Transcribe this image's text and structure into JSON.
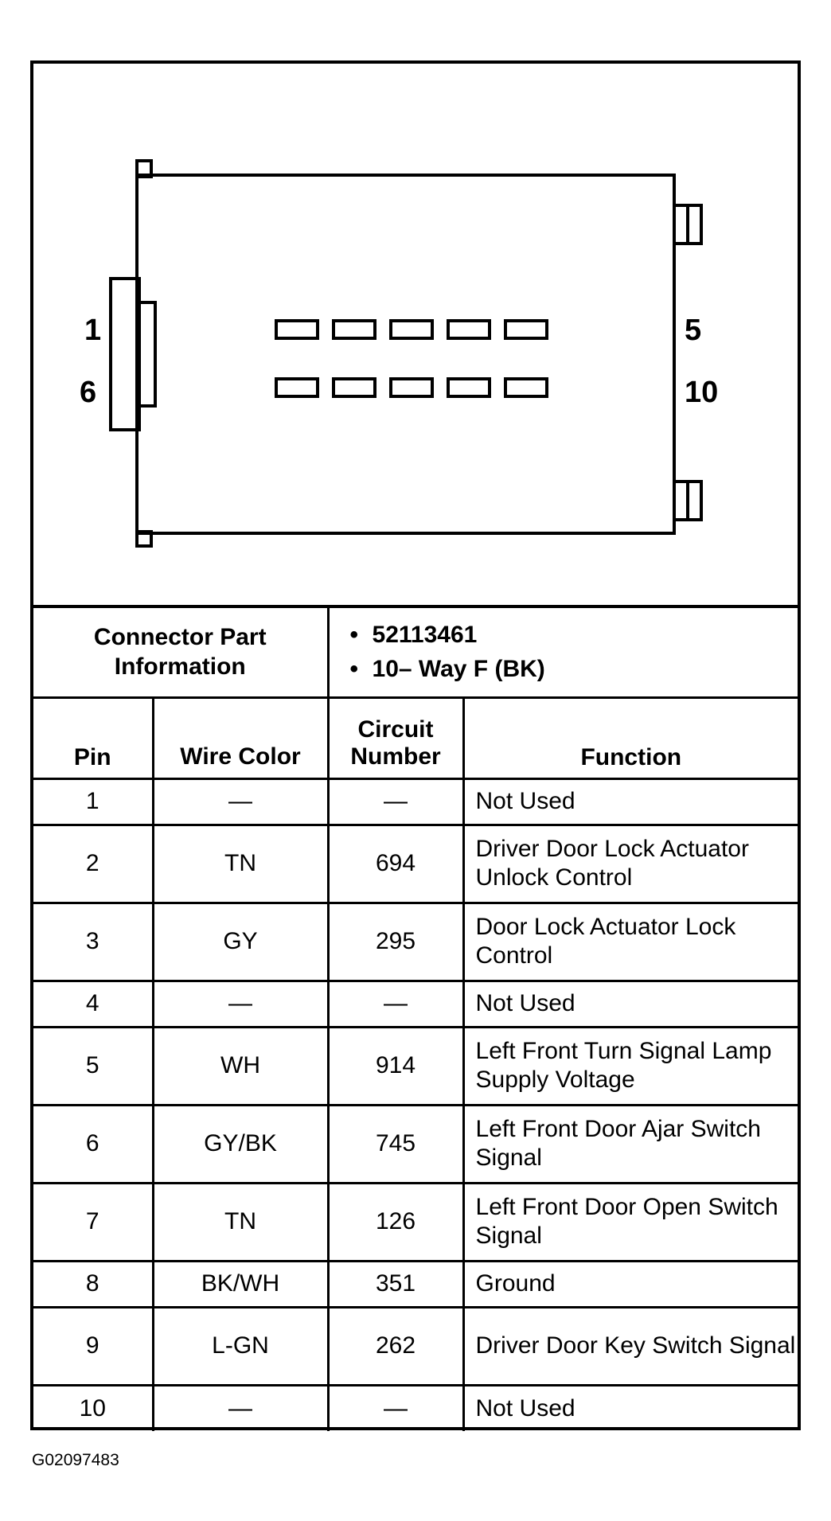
{
  "connector": {
    "pin_labels": {
      "top_left": "1",
      "bottom_left": "6",
      "top_right": "5",
      "bottom_right": "10"
    }
  },
  "info": {
    "label": "Connector Part Information",
    "part_number": "52113461",
    "description": "10– Way F (BK)"
  },
  "table": {
    "headers": {
      "pin": "Pin",
      "wire_color": "Wire Color",
      "circuit_number": "Circuit Number",
      "function": "Function"
    },
    "rows": [
      {
        "pin": "1",
        "wire_color": "—",
        "circuit": "—",
        "function": "Not Used"
      },
      {
        "pin": "2",
        "wire_color": "TN",
        "circuit": "694",
        "function": "Driver Door Lock Actuator Unlock Control"
      },
      {
        "pin": "3",
        "wire_color": "GY",
        "circuit": "295",
        "function": "Door Lock Actuator Lock Control"
      },
      {
        "pin": "4",
        "wire_color": "—",
        "circuit": "—",
        "function": "Not Used"
      },
      {
        "pin": "5",
        "wire_color": "WH",
        "circuit": "914",
        "function": "Left Front Turn Signal Lamp Supply Voltage"
      },
      {
        "pin": "6",
        "wire_color": "GY/BK",
        "circuit": "745",
        "function": "Left Front Door Ajar Switch Signal"
      },
      {
        "pin": "7",
        "wire_color": "TN",
        "circuit": "126",
        "function": "Left Front Door Open Switch Signal"
      },
      {
        "pin": "8",
        "wire_color": "BK/WH",
        "circuit": "351",
        "function": "Ground"
      },
      {
        "pin": "9",
        "wire_color": "L-GN",
        "circuit": "262",
        "function": "Driver Door Key Switch Signal"
      },
      {
        "pin": "10",
        "wire_color": "—",
        "circuit": "—",
        "function": "Not Used"
      }
    ]
  },
  "caption": "G02097483"
}
